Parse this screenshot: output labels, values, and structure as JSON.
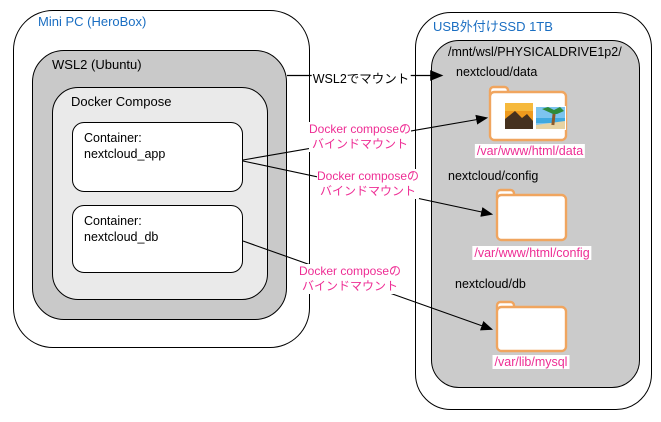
{
  "mini_pc": {
    "title": "Mini PC (HeroBox)",
    "wsl2_label": "WSL2 (Ubuntu)",
    "docker_label": "Docker Compose",
    "containers": [
      {
        "title": "Container:",
        "name": "nextcloud_app"
      },
      {
        "title": "Container:",
        "name": "nextcloud_db"
      }
    ]
  },
  "ssd": {
    "title": "USB外付けSSD 1TB",
    "mount_root": "/mnt/wsl/PHYSICALDRIVE1p2/",
    "folders": [
      {
        "dir": "nextcloud/data",
        "mount_path": "/var/www/html/data",
        "icon": "folder-with-photos-icon"
      },
      {
        "dir": "nextcloud/config",
        "mount_path": "/var/www/html/config",
        "icon": "empty-folder-icon"
      },
      {
        "dir": "nextcloud/db",
        "mount_path": "/var/lib/mysql",
        "icon": "empty-folder-icon"
      }
    ]
  },
  "arrows": {
    "wsl2_mount": "WSL2でマウント",
    "bind_mounts": [
      {
        "line1": "Docker composeの",
        "line2": "バインドマウント"
      },
      {
        "line1": "Docker composeの",
        "line2": "バインドマウント"
      },
      {
        "line1": "Docker composeの",
        "line2": "バインドマウント"
      }
    ]
  },
  "colors": {
    "title_blue": "#1a6ec2",
    "bind_mount_magenta": "#ee2d94",
    "folder_orange": "#f0a55f",
    "wsl2_gray": "#c9c9c9",
    "docker_gray": "#eaeaea",
    "drive_gray": "#cbcbcb",
    "line_black": "#000000"
  }
}
